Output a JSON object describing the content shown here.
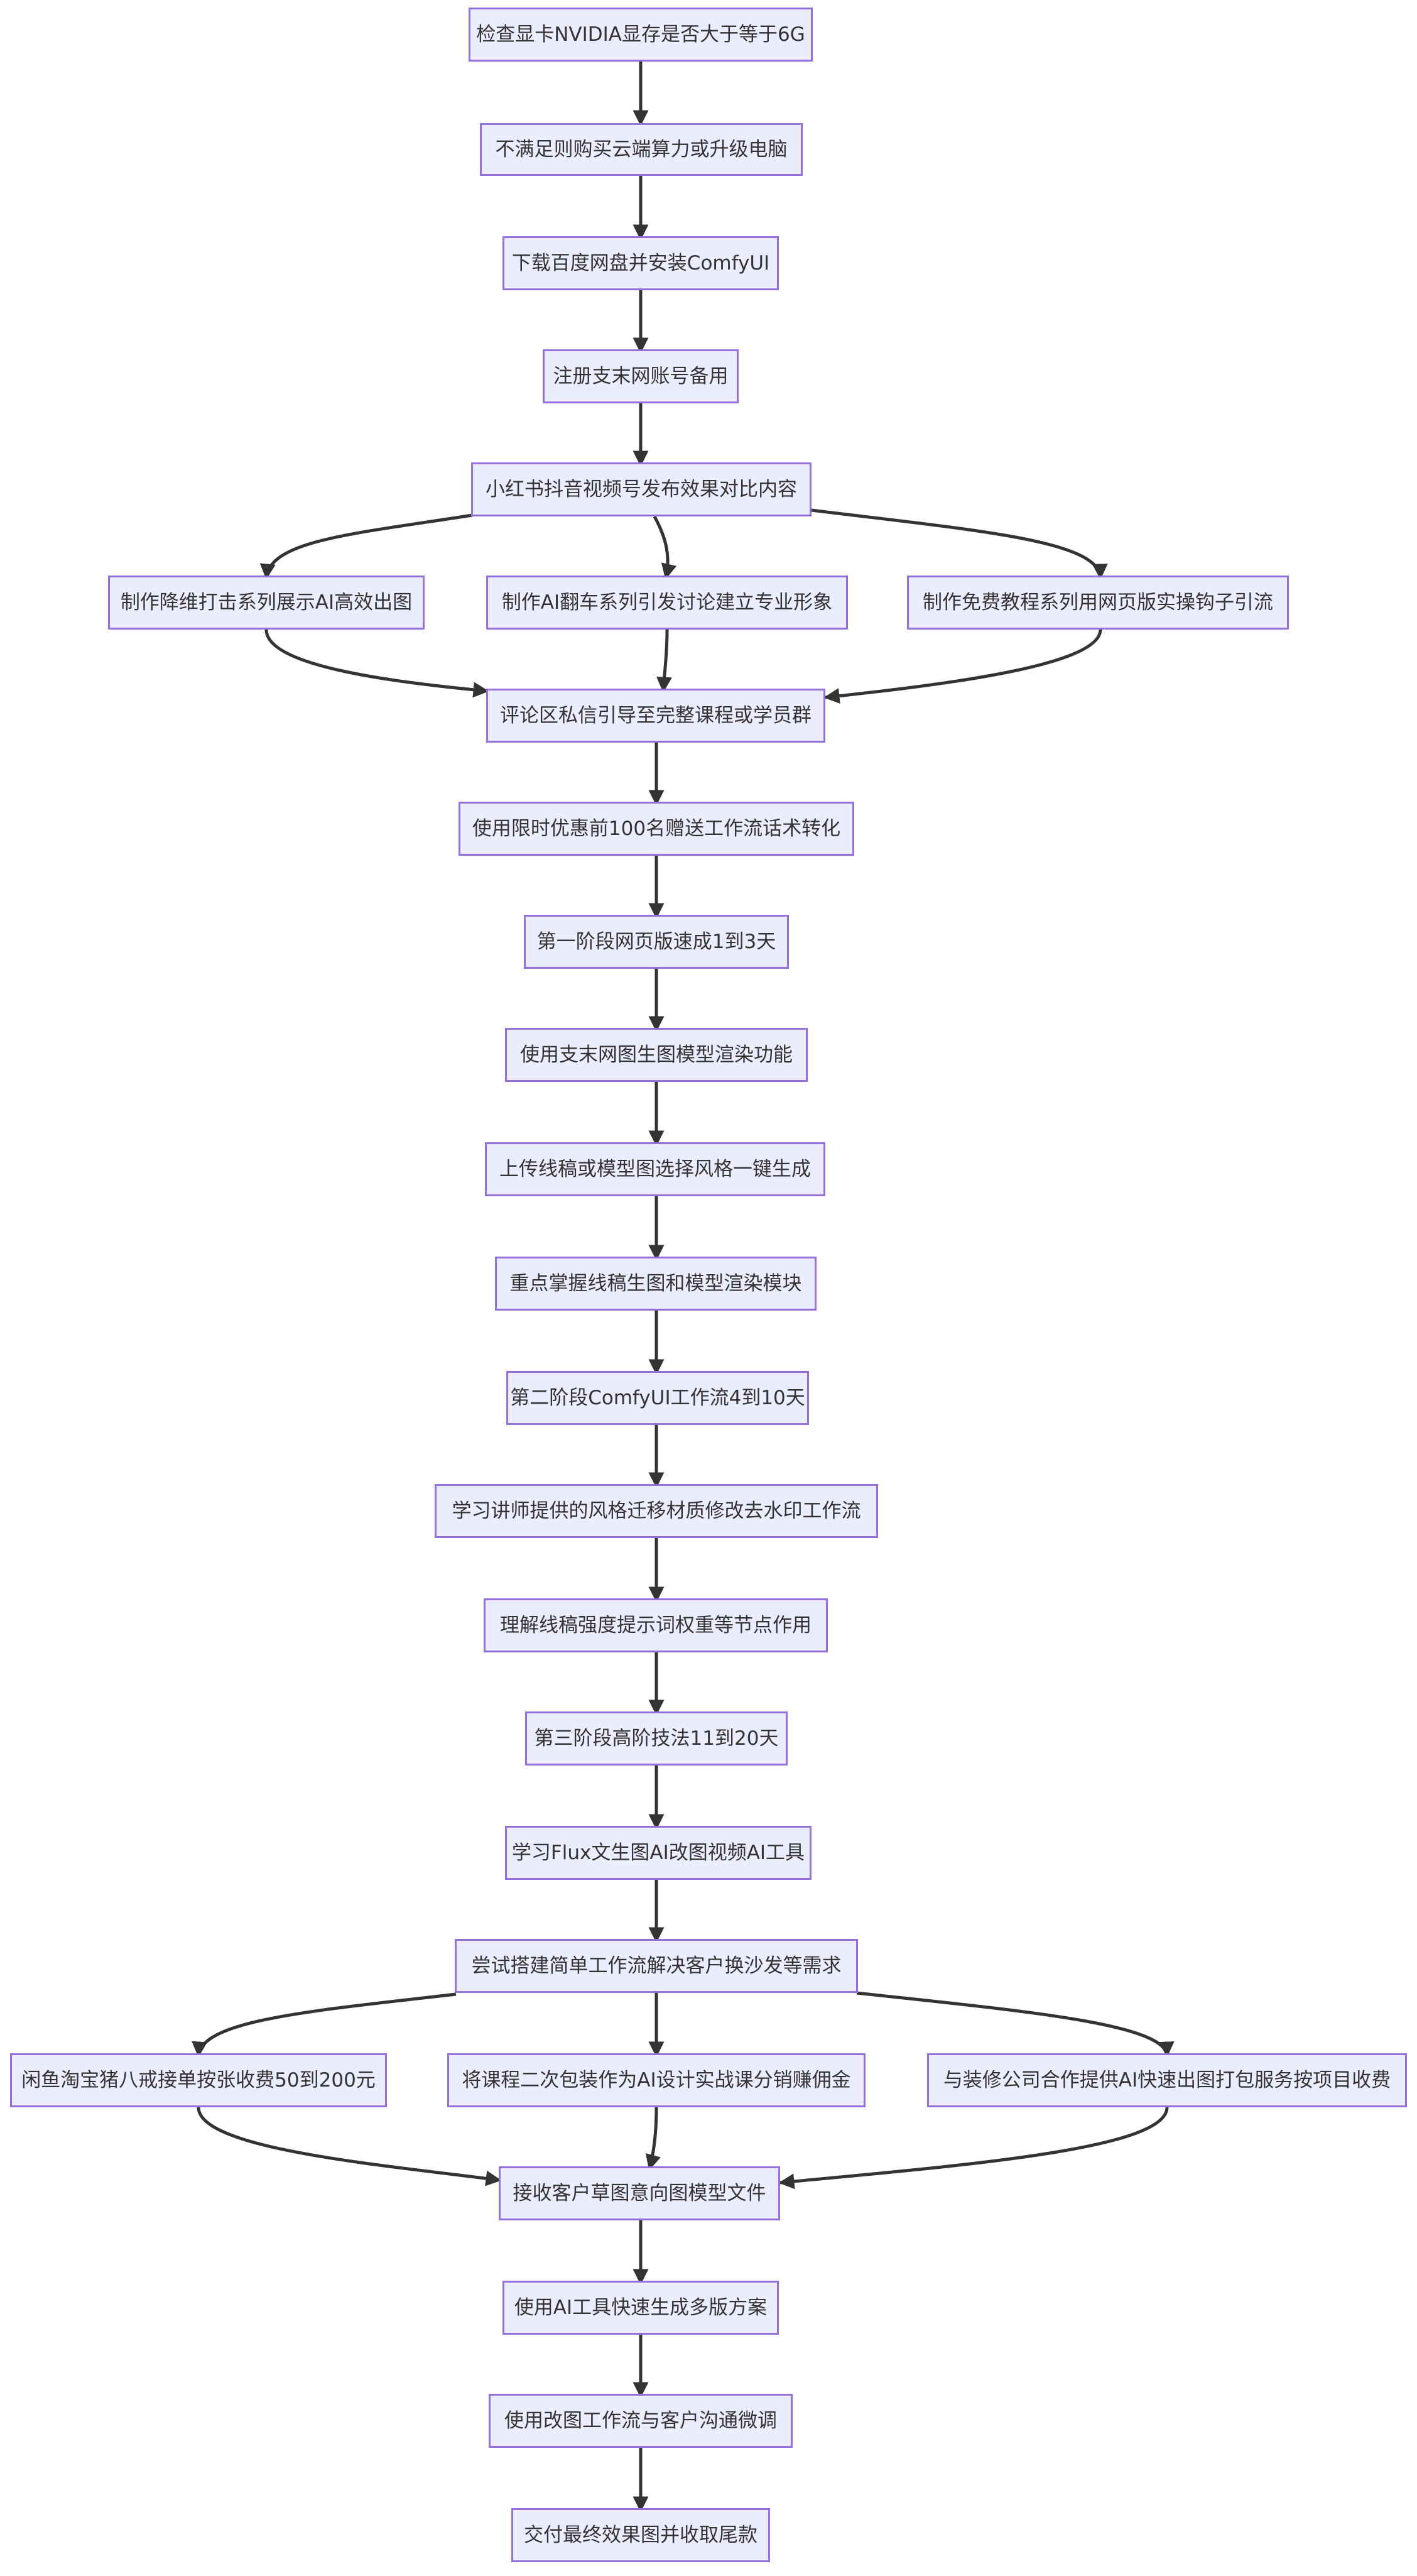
{
  "nodes": {
    "n1": "检查显卡NVIDIA显存是否大于等于6G",
    "n2": "不满足则购买云端算力或升级电脑",
    "n3": "下载百度网盘并安装ComfyUI",
    "n4": "注册支末网账号备用",
    "n5": "小红书抖音视频号发布效果对比内容",
    "n6a": "制作降维打击系列展示AI高效出图",
    "n6b": "制作AI翻车系列引发讨论建立专业形象",
    "n6c": "制作免费教程系列用网页版实操钩子引流",
    "n7": "评论区私信引导至完整课程或学员群",
    "n8": "使用限时优惠前100名赠送工作流话术转化",
    "n9": "第一阶段网页版速成1到3天",
    "n10": "使用支末网图生图模型渲染功能",
    "n11": "上传线稿或模型图选择风格一键生成",
    "n12": "重点掌握线稿生图和模型渲染模块",
    "n13": "第二阶段ComfyUI工作流4到10天",
    "n14": "学习讲师提供的风格迁移材质修改去水印工作流",
    "n15": "理解线稿强度提示词权重等节点作用",
    "n16": "第三阶段高阶技法11到20天",
    "n17": "学习Flux文生图AI改图视频AI工具",
    "n18": "尝试搭建简单工作流解决客户换沙发等需求",
    "n19a": "闲鱼淘宝猪八戒接单按张收费50到200元",
    "n19b": "将课程二次包装作为AI设计实战课分销赚佣金",
    "n19c": "与装修公司合作提供AI快速出图打包服务按项目收费",
    "n20": "接收客户草图意向图模型文件",
    "n21": "使用AI工具快速生成多版方案",
    "n22": "使用改图工作流与客户沟通微调",
    "n23": "交付最终效果图并收取尾款"
  },
  "colors": {
    "node_fill": "#ECECFF",
    "node_border": "#9370DB",
    "text": "#333333",
    "edge": "#333333"
  }
}
